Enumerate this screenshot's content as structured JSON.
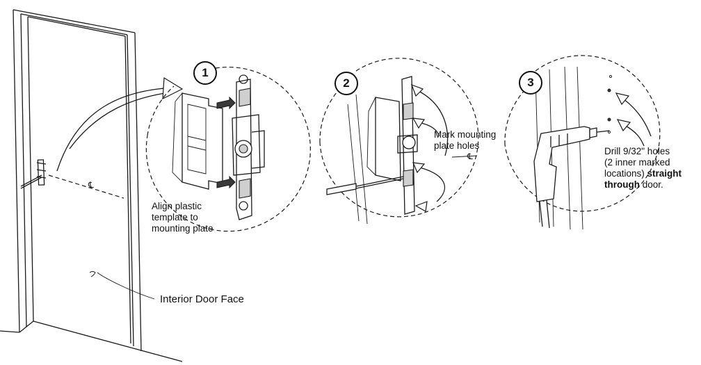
{
  "steps": [
    {
      "number": "1",
      "caption_lines": [
        "Align plastic",
        "template to",
        "mounting plate"
      ]
    },
    {
      "number": "2",
      "caption_lines": [
        "Mark mounting",
        "plate holes"
      ]
    },
    {
      "number": "3",
      "caption_pre": "Drill 9/32\" holes",
      "caption_mid": "(2 inner marked",
      "caption_mid2": "locations) ",
      "caption_bold1": "straight",
      "caption_bold2": "through",
      "caption_post": " door."
    }
  ],
  "door_label": "Interior Door Face",
  "centerline_symbol": "℄",
  "colors": {
    "line": "#1a1a1a",
    "fill_gray": "#cfcfcf",
    "background": "#ffffff"
  }
}
